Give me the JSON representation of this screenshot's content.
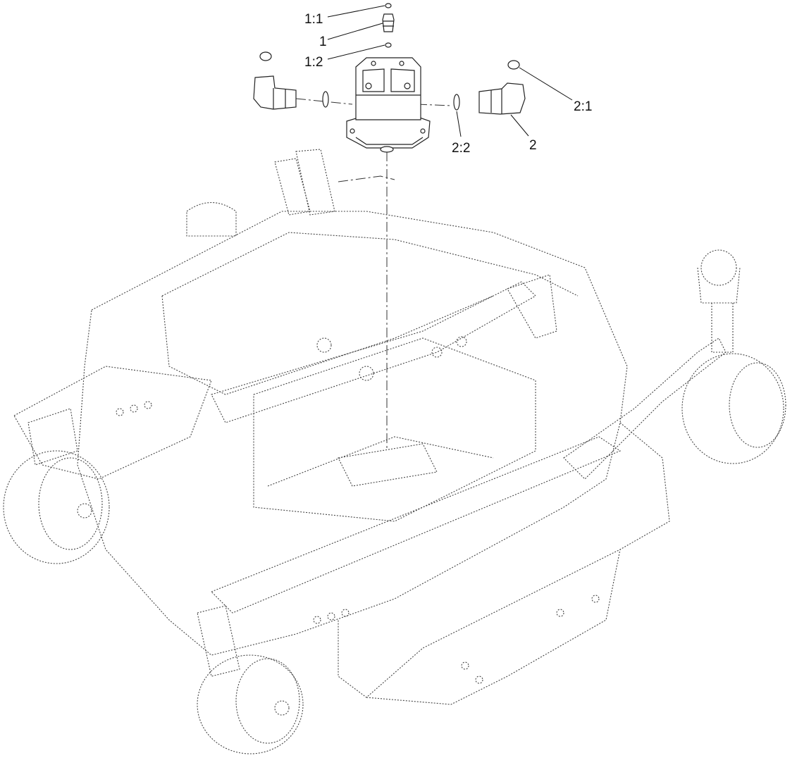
{
  "diagram": {
    "callouts": [
      {
        "id": "c-1-1",
        "text": "1:1"
      },
      {
        "id": "c-1",
        "text": "1"
      },
      {
        "id": "c-1-2",
        "text": "1:2"
      },
      {
        "id": "c-2-1",
        "text": "2:1"
      },
      {
        "id": "c-2-2",
        "text": "2:2"
      },
      {
        "id": "c-2",
        "text": "2"
      }
    ],
    "colors": {
      "line": "#222222",
      "background": "#ffffff"
    }
  }
}
